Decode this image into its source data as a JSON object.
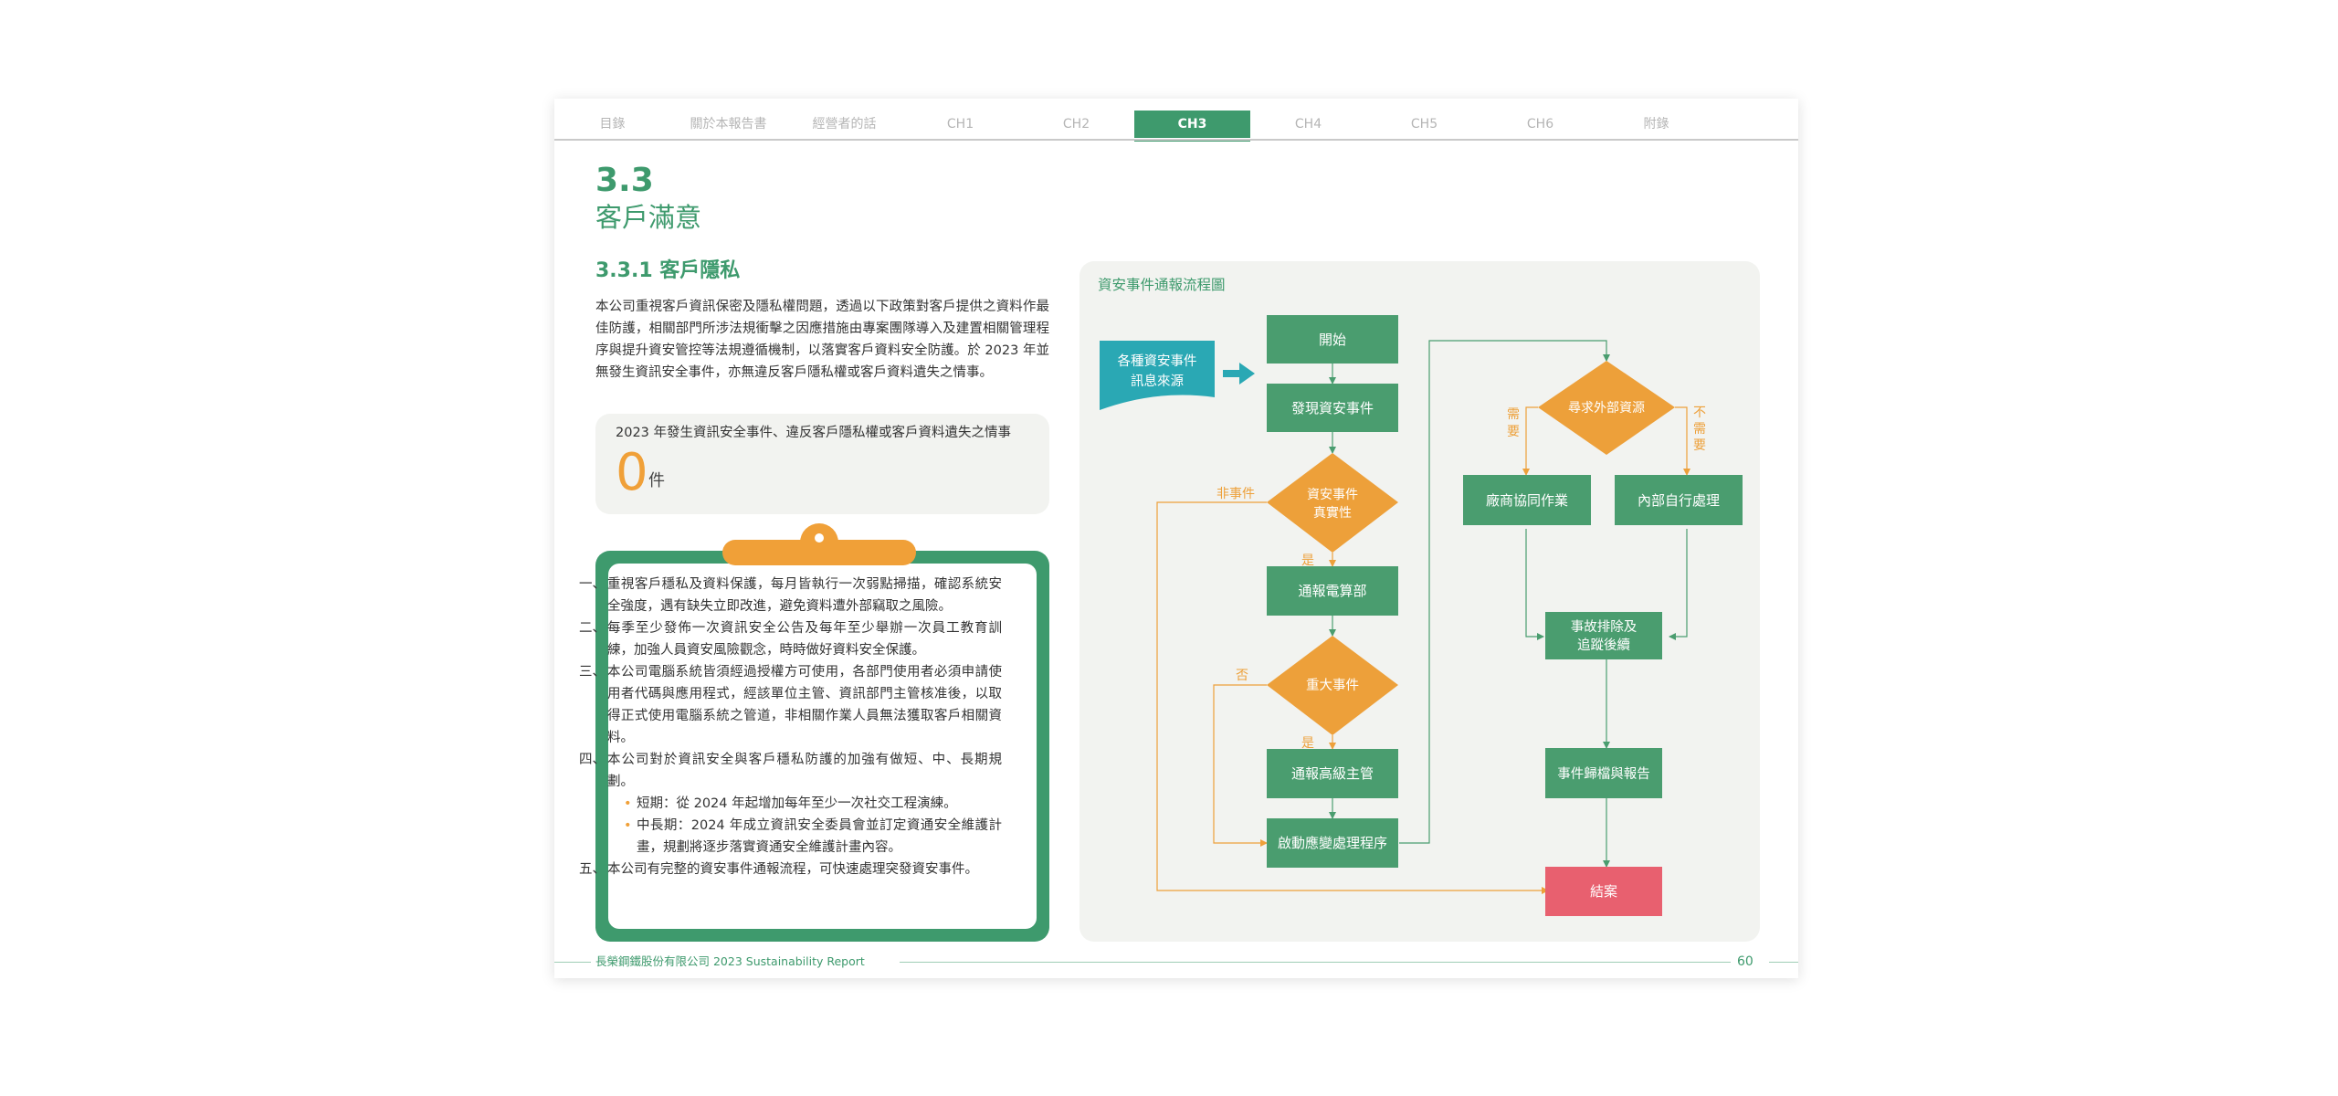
{
  "nav": {
    "items": [
      "目錄",
      "關於本報告書",
      "經營者的話",
      "CH1",
      "CH2",
      "CH3",
      "CH4",
      "CH5",
      "CH6",
      "附錄"
    ],
    "active_index": 5
  },
  "section": {
    "number": "3.3",
    "title": "客戶滿意",
    "subsection_title": "3.3.1 客戶隱私"
  },
  "intro": {
    "paragraph": "本公司重視客戶資訊保密及隱私權問題，透過以下政策對客戶提供之資料作最佳防護，相關部門所涉法規衝擊之因應措施由專案團隊導入及建置相關管理程序與提升資安管控等法規遵循機制，以落實客戶資料安全防護。於 2023 年並無發生資訊安全事件，亦無違反客戶隱私權或客戶資料遺失之情事。"
  },
  "stat": {
    "label": "2023 年發生資訊安全事件、違反客戶隱私權或客戶資料遺失之情事",
    "value": "0",
    "unit": "件"
  },
  "policies": {
    "items": [
      {
        "marker": "一、",
        "text": "重視客戶穩私及資料保護，每月皆執行一次弱點掃描，確認系統安全強度，遇有缺失立即改進，避免資料遭外部竊取之風險。"
      },
      {
        "marker": "二、",
        "text": "每季至少發佈一次資訊安全公告及每年至少舉辦一次員工教育訓練，加強人員資安風險觀念，時時做好資料安全保護。"
      },
      {
        "marker": "三、",
        "text": "本公司電腦系統皆須經過授權方可使用，各部門使用者必須申請使用者代碼與應用程式，經該單位主管、資訊部門主管核准後，以取得正式使用電腦系統之管道，非相關作業人員無法獲取客戶相關資料。"
      },
      {
        "marker": "四、",
        "text": "本公司對於資訊安全與客戶穩私防護的加強有做短、中、長期規劃。"
      }
    ],
    "sub_items": [
      "短期：從 2024 年起增加每年至少一次社交工程演練。",
      "中長期：2024 年成立資訊安全委員會並訂定資通安全維護計畫，規劃將逐步落實資通安全維護計畫內容。"
    ],
    "last_item": {
      "marker": "五、",
      "text": "本公司有完整的資安事件通報流程，可快速處理突發資安事件。"
    }
  },
  "flowchart": {
    "title": "資安事件通報流程圖",
    "source": [
      "各種資安事件",
      "訊息來源"
    ],
    "start": "開始",
    "discover": "發現資安事件",
    "verify": [
      "資安事件",
      "真實性"
    ],
    "non_event": "非事件",
    "yes1": "是",
    "report_it": "通報電算部",
    "major": "重大事件",
    "no": "否",
    "yes2": "是",
    "report_mgr": "通報高級主管",
    "response": "啟動應變處理程序",
    "external": "尋求外部資源",
    "need": [
      "需",
      "要"
    ],
    "no_need": [
      "不",
      "需",
      "要"
    ],
    "vendor": "廠商協同作業",
    "internal": "內部自行處理",
    "troubleshoot": [
      "事故排除及",
      "追蹤後續"
    ],
    "review": "事件歸檔與報告",
    "end": "結案",
    "colors": {
      "green": "#4a9d6f",
      "orange": "#eda03a",
      "teal": "#2aa8b4",
      "red": "#e8606f"
    }
  },
  "footer": {
    "company": "長榮鋼鐵股份有限公司 2023 Sustainability Report",
    "page": "60"
  }
}
